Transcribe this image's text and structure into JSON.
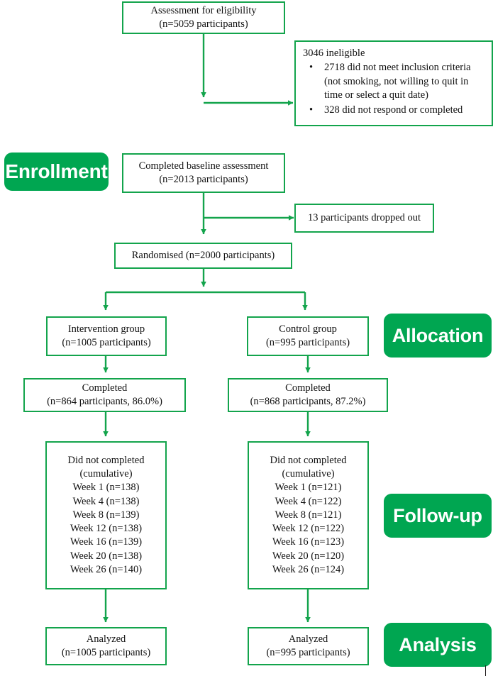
{
  "diagram": {
    "title": "CONSORT participant flow diagram",
    "accent_color": "#00a651",
    "border_color": "#13a44c",
    "background": "#ffffff"
  },
  "stages": {
    "enrollment": "Enrollment",
    "allocation": "Allocation",
    "followup": "Follow-up",
    "analysis": "Analysis"
  },
  "nodes": {
    "eligibility": {
      "line1": "Assessment for eligibility",
      "line2": "(n=5059 participants)"
    },
    "ineligible": {
      "title": "3046 ineligible",
      "bullets": [
        {
          "marker": "•",
          "line1": "2718 did not meet inclusion criteria",
          "line2": "(not smoking, not willing to quit in",
          "line3": "time or select a quit date)"
        },
        {
          "marker": "•",
          "line1": "328 did not respond or completed"
        }
      ]
    },
    "baseline": {
      "line1": "Completed baseline assessment",
      "line2": "(n=2013 participants)"
    },
    "dropped": {
      "line1": "13 participants dropped out"
    },
    "randomised": {
      "line1": "Randomised (n=2000 participants)"
    },
    "intervention": {
      "line1": "Intervention group",
      "line2": "(n=1005 participants)"
    },
    "control": {
      "line1": "Control group",
      "line2": "(n=995 participants)"
    },
    "completed_left": {
      "line1": "Completed",
      "line2": "(n=864 participants, 86.0%)"
    },
    "completed_right": {
      "line1": "Completed",
      "line2": "(n=868 participants, 87.2%)"
    },
    "followup_left": {
      "head1": "Did not completed",
      "head2": "(cumulative)",
      "weeks": [
        "Week 1 (n=138)",
        "Week 4 (n=138)",
        "Week 8 (n=139)",
        "Week 12 (n=138)",
        "Week 16 (n=139)",
        "Week 20 (n=138)",
        "Week 26 (n=140)"
      ]
    },
    "followup_right": {
      "head1": "Did not completed",
      "head2": "(cumulative)",
      "weeks": [
        "Week 1 (n=121)",
        "Week 4 (n=122)",
        "Week 8 (n=121)",
        "Week 12 (n=122)",
        "Week 16 (n=123)",
        "Week 20 (n=120)",
        "Week 26 (n=124)"
      ]
    },
    "analyzed_left": {
      "line1": "Analyzed",
      "line2": "(n=1005 participants)"
    },
    "analyzed_right": {
      "line1": "Analyzed",
      "line2": "(n=995 participants)"
    }
  }
}
